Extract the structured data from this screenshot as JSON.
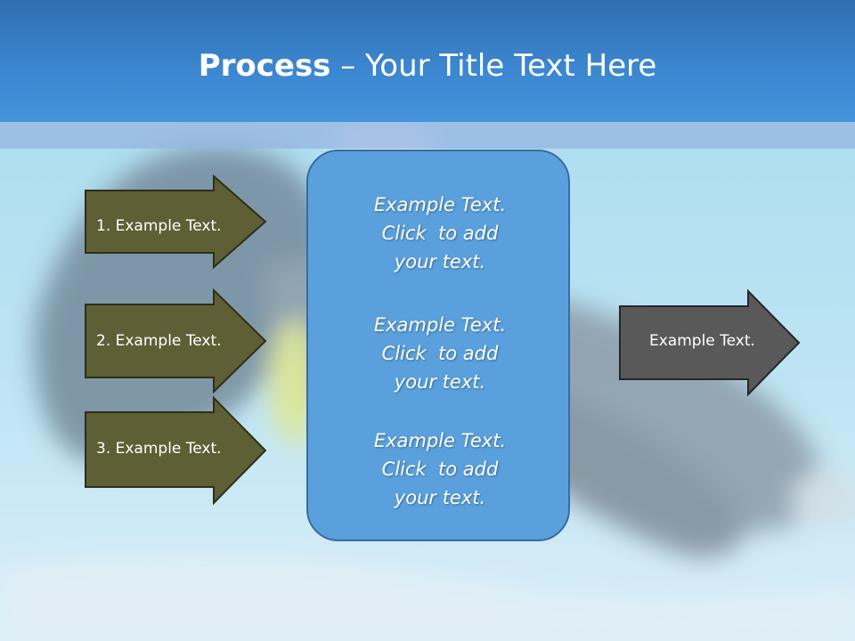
{
  "slide": {
    "title_bold": "Process",
    "title_rest": " – Your Title Text Here"
  },
  "steps": [
    {
      "label": "1. Example Text."
    },
    {
      "label": "2. Example Text."
    },
    {
      "label": "3. Example Text."
    }
  ],
  "center_box": {
    "blocks": [
      {
        "lines": [
          "Example Text.",
          "Click  to add",
          "your text."
        ]
      },
      {
        "lines": [
          "Example Text.",
          "Click  to add",
          "your text."
        ]
      },
      {
        "lines": [
          "Example Text.",
          "Click  to add",
          "your text."
        ]
      }
    ]
  },
  "output": {
    "label": "Example Text."
  },
  "colors": {
    "header": "#3b86cf",
    "step_arrow": "#5e5f35",
    "center_box": "#5aa0dd",
    "output_arrow": "#595959"
  }
}
